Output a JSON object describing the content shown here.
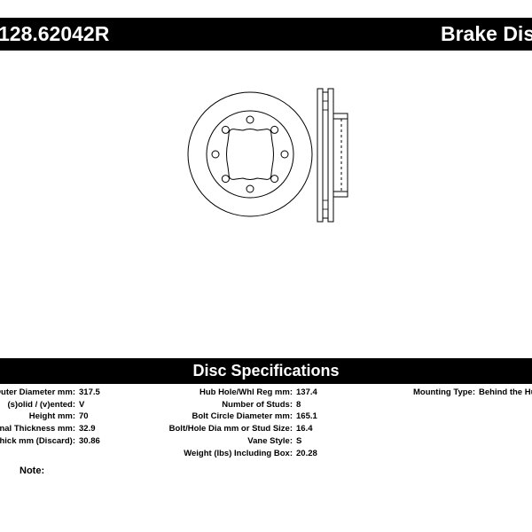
{
  "header": {
    "part_number": "128.62042R",
    "title": "Brake Disc"
  },
  "drawing": {
    "face_view": "brake-disc-face-view",
    "side_view": "brake-disc-side-view"
  },
  "specs": {
    "title": "Disc Specifications",
    "col1": [
      {
        "label": "Outer Diameter mm:",
        "value": "317.5"
      },
      {
        "label": "(s)olid / (v)ented:",
        "value": "V"
      },
      {
        "label": "Height mm:",
        "value": "70"
      },
      {
        "label": "Nominal Thickness mm:",
        "value": "32.9"
      },
      {
        "label": "Min Thick mm (Discard):",
        "value": "30.86"
      }
    ],
    "col2": [
      {
        "label": "Hub Hole/Whl Reg mm:",
        "value": "137.4"
      },
      {
        "label": "Number of Studs:",
        "value": "8"
      },
      {
        "label": "Bolt Circle Diameter mm:",
        "value": "165.1"
      },
      {
        "label": "Bolt/Hole Dia mm or Stud Size:",
        "value": "16.4"
      },
      {
        "label": "Vane Style:",
        "value": "S"
      },
      {
        "label": "Weight (lbs) Including Box:",
        "value": "20.28"
      }
    ],
    "col3": [
      {
        "label": "Mounting Type:",
        "value": "Behind the Hub"
      }
    ]
  },
  "note": {
    "label": "Note:",
    "value": ""
  }
}
